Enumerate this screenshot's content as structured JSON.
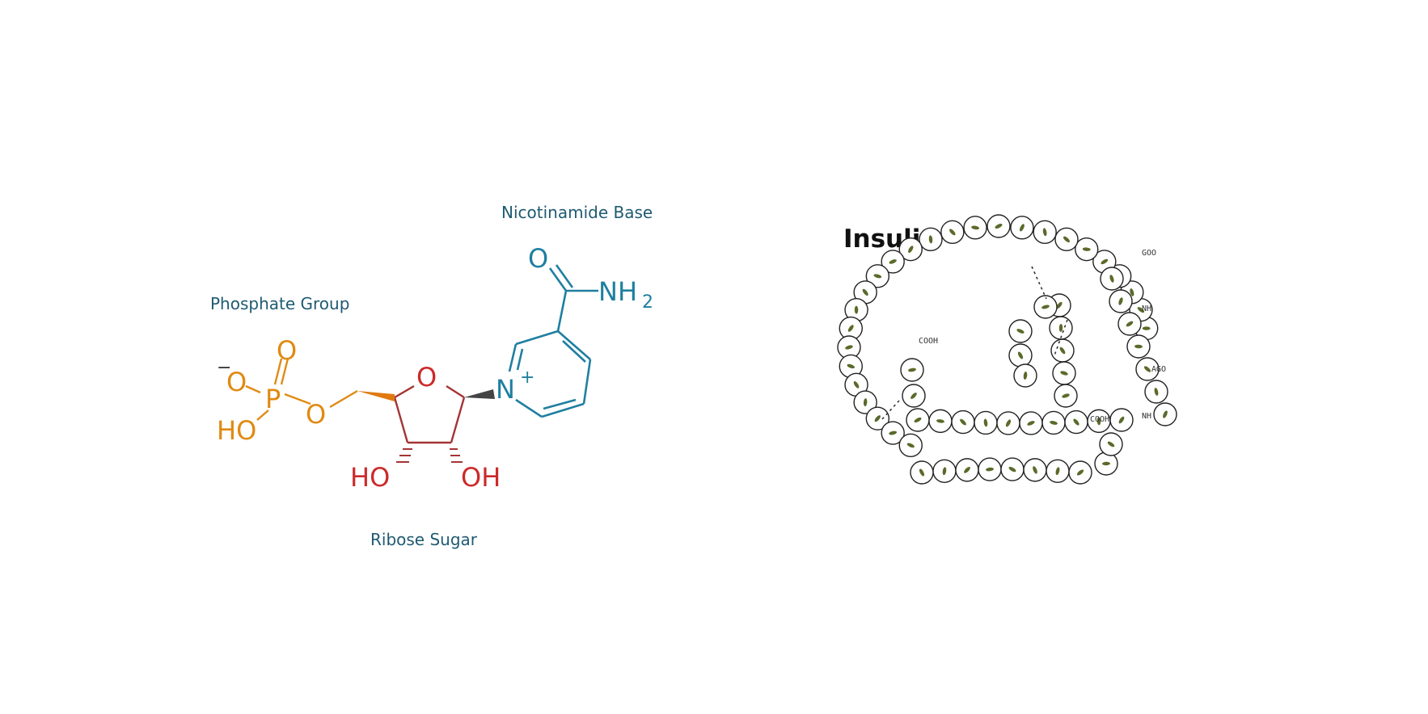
{
  "nad": {
    "labels": {
      "nicotinamide": "Nicotinamide Base",
      "phosphate": "Phosphate Group",
      "ribose": "Ribose Sugar"
    },
    "atoms": {
      "o_carbonyl": "O",
      "nh2_main": "NH",
      "nh2_sub": "2",
      "n_ring": "N",
      "n_charge": "+",
      "o_ring": "O",
      "ho_left": "HO",
      "oh_right": "OH",
      "p": "P",
      "o_top": "O",
      "o_minus_sign": "−",
      "o_minus": "O",
      "ho_phos": "HO",
      "o_bridge": "O"
    },
    "colors": {
      "phosphate": "#e08a12",
      "ribose": "#cc2a2a",
      "nicotinamide": "#1e7fa0",
      "label": "#1f5a72"
    }
  },
  "insulin": {
    "title": "Insulin",
    "annotations": {
      "cooh_inner": "COOH",
      "cooh_lower": "COOH",
      "top_right": "GOO",
      "nh_top": "NH",
      "mid_right": "AGO",
      "nh_lower": "NH"
    }
  }
}
